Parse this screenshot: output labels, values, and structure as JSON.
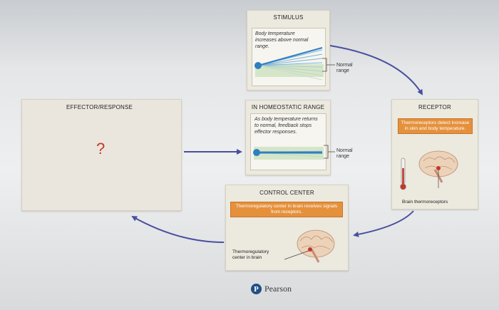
{
  "stimulus": {
    "title": "STIMULUS",
    "note": "Body temperature increases above normal range."
  },
  "homeostatic": {
    "title": "IN HOMEOSTATIC RANGE",
    "note": "As body temperature returns to normal, feedback stops effector responses."
  },
  "range_label_line1": "Normal",
  "range_label_line2": "range",
  "receptor": {
    "title": "RECEPTOR",
    "highlight": "Thermoreceptors detect increase in skin and body temperature.",
    "caption": "Brain thermoreceptors"
  },
  "control": {
    "title": "CONTROL CENTER",
    "highlight": "Thermoregulatory center in brain receives signals from receptors.",
    "caption_line1": "Thermoregulatory",
    "caption_line2": "center in brain"
  },
  "effector": {
    "title": "EFFECTOR/RESPONSE",
    "placeholder": "?"
  },
  "brand": "Pearson",
  "colors": {
    "arrow": "#4a4f9e",
    "accent_orange": "#e5913c",
    "question": "#c0392b",
    "gauge_blue": "#2f7fc0"
  }
}
